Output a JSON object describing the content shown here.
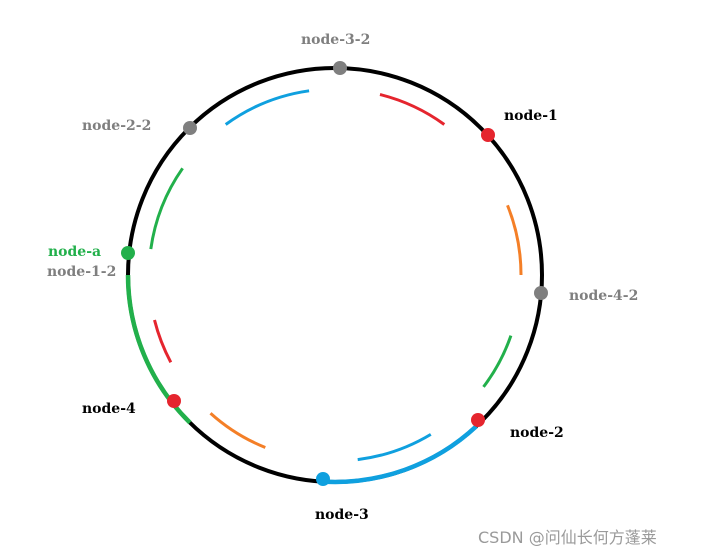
{
  "colors": {
    "ring": "#000000",
    "red": "#e5252e",
    "gray": "#7f7f7f",
    "green": "#22b04b",
    "blue": "#0fa0df",
    "orange": "#f47f27",
    "label_dark": "#000000",
    "label_gray": "#7f7f7f"
  },
  "nodes": [
    {
      "key": "node_3_2",
      "label": "node-3-2",
      "color": "gray",
      "label_color": "label_gray"
    },
    {
      "key": "node_1",
      "label": "node-1",
      "color": "red",
      "label_color": "label_dark"
    },
    {
      "key": "node_4_2",
      "label": "node-4-2",
      "color": "gray",
      "label_color": "label_gray"
    },
    {
      "key": "node_2",
      "label": "node-2",
      "color": "red",
      "label_color": "label_dark"
    },
    {
      "key": "node_3",
      "label": "node-3",
      "color": "blue",
      "label_color": "label_dark"
    },
    {
      "key": "node_4",
      "label": "node-4",
      "color": "red",
      "label_color": "label_dark"
    },
    {
      "key": "node_a",
      "label": "node-a",
      "color": "green",
      "label_color": "green"
    },
    {
      "key": "node_1_2",
      "label": "node-1-2",
      "color": "green",
      "label_color": "label_gray"
    },
    {
      "key": "node_2_2",
      "label": "node-2-2",
      "color": "gray",
      "label_color": "label_gray"
    }
  ],
  "inner_arcs": [
    "blue",
    "red",
    "orange",
    "green",
    "blue",
    "orange",
    "red",
    "green"
  ],
  "highlight_arcs": [
    "green",
    "blue"
  ],
  "watermark": "CSDN @问仙长何方蓬莱"
}
